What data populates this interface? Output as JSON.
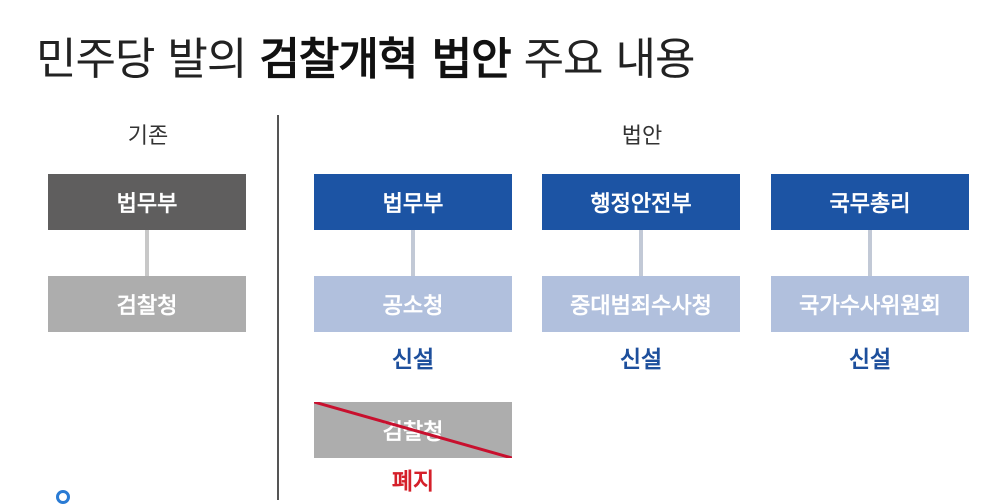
{
  "title": {
    "part1": "민주당 발의 ",
    "part2": "검찰개혁 법안",
    "part3": " 주요 내용"
  },
  "columns": {
    "existing": "기존",
    "bill": "법안"
  },
  "existing": {
    "top": "법무부",
    "bottom": "검찰청"
  },
  "bill": {
    "groups": [
      {
        "top": "법무부",
        "bottom": "공소청",
        "status": "신설"
      },
      {
        "top": "행정안전부",
        "bottom": "중대범죄수사청",
        "status": "신설"
      },
      {
        "top": "국무총리",
        "bottom": "국가수사위원회",
        "status": "신설"
      }
    ],
    "abolished": {
      "name": "검찰청",
      "status": "폐지"
    }
  },
  "colors": {
    "dark_gray": "#5f5e5e",
    "light_gray": "#adadad",
    "blue": "#1c54a4",
    "light_blue": "#b1c0dd",
    "status_blue": "#1d4f9c",
    "status_red": "#d5202a",
    "strike_red": "#c8102e"
  }
}
